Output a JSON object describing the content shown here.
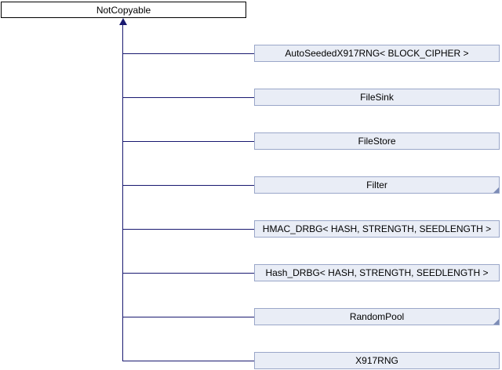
{
  "diagram": {
    "type": "inheritance-diagram",
    "root": {
      "label": "NotCopyable"
    },
    "children": [
      {
        "label": "AutoSeededX917RNG< BLOCK_CIPHER >",
        "truncated": false
      },
      {
        "label": "FileSink",
        "truncated": false
      },
      {
        "label": "FileStore",
        "truncated": false
      },
      {
        "label": "Filter",
        "truncated": true
      },
      {
        "label": "HMAC_DRBG< HASH, STRENGTH, SEEDLENGTH >",
        "truncated": false
      },
      {
        "label": "Hash_DRBG< HASH, STRENGTH, SEEDLENGTH >",
        "truncated": false
      },
      {
        "label": "RandomPool",
        "truncated": true
      },
      {
        "label": "X917RNG",
        "truncated": false
      }
    ],
    "colors": {
      "background": "#ffffff",
      "root_fill": "#ffffff",
      "root_border": "#000000",
      "node_fill": "#e9edf6",
      "node_border": "#9aa7c9",
      "edge": "#191970",
      "fold": "#7d8cb6",
      "text": "#000000"
    }
  }
}
